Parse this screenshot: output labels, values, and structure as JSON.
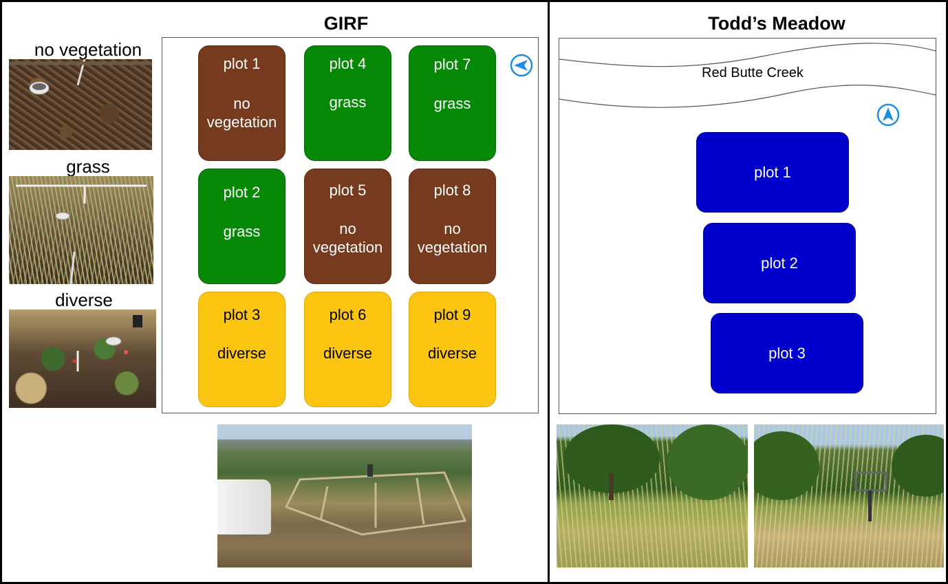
{
  "girf": {
    "title": "GIRF",
    "thumbnails": [
      {
        "label": "no vegetation"
      },
      {
        "label": "grass"
      },
      {
        "label": "diverse"
      }
    ],
    "plots": [
      {
        "name": "plot 1",
        "type": "no vegetation",
        "color": "#763a1e"
      },
      {
        "name": "plot 2",
        "type": "grass",
        "color": "#078807"
      },
      {
        "name": "plot 3",
        "type": "diverse",
        "color": "#fcc512"
      },
      {
        "name": "plot 4",
        "type": "grass",
        "color": "#078807"
      },
      {
        "name": "plot 5",
        "type": "no vegetation",
        "color": "#763a1e"
      },
      {
        "name": "plot 6",
        "type": "diverse",
        "color": "#fcc512"
      },
      {
        "name": "plot 7",
        "type": "grass",
        "color": "#078807"
      },
      {
        "name": "plot 8",
        "type": "no vegetation",
        "color": "#763a1e"
      },
      {
        "name": "plot 9",
        "type": "diverse",
        "color": "#fcc512"
      }
    ],
    "compass_icon": "north-arrow-icon"
  },
  "todds_meadow": {
    "title": "Todd’s Meadow",
    "creek_label": "Red Butte Creek",
    "plots": [
      {
        "name": "plot 1",
        "color": "#0000cc"
      },
      {
        "name": "plot 2",
        "color": "#0000cc"
      },
      {
        "name": "plot 3",
        "color": "#0000cc"
      }
    ],
    "compass_icon": "north-arrow-icon"
  }
}
